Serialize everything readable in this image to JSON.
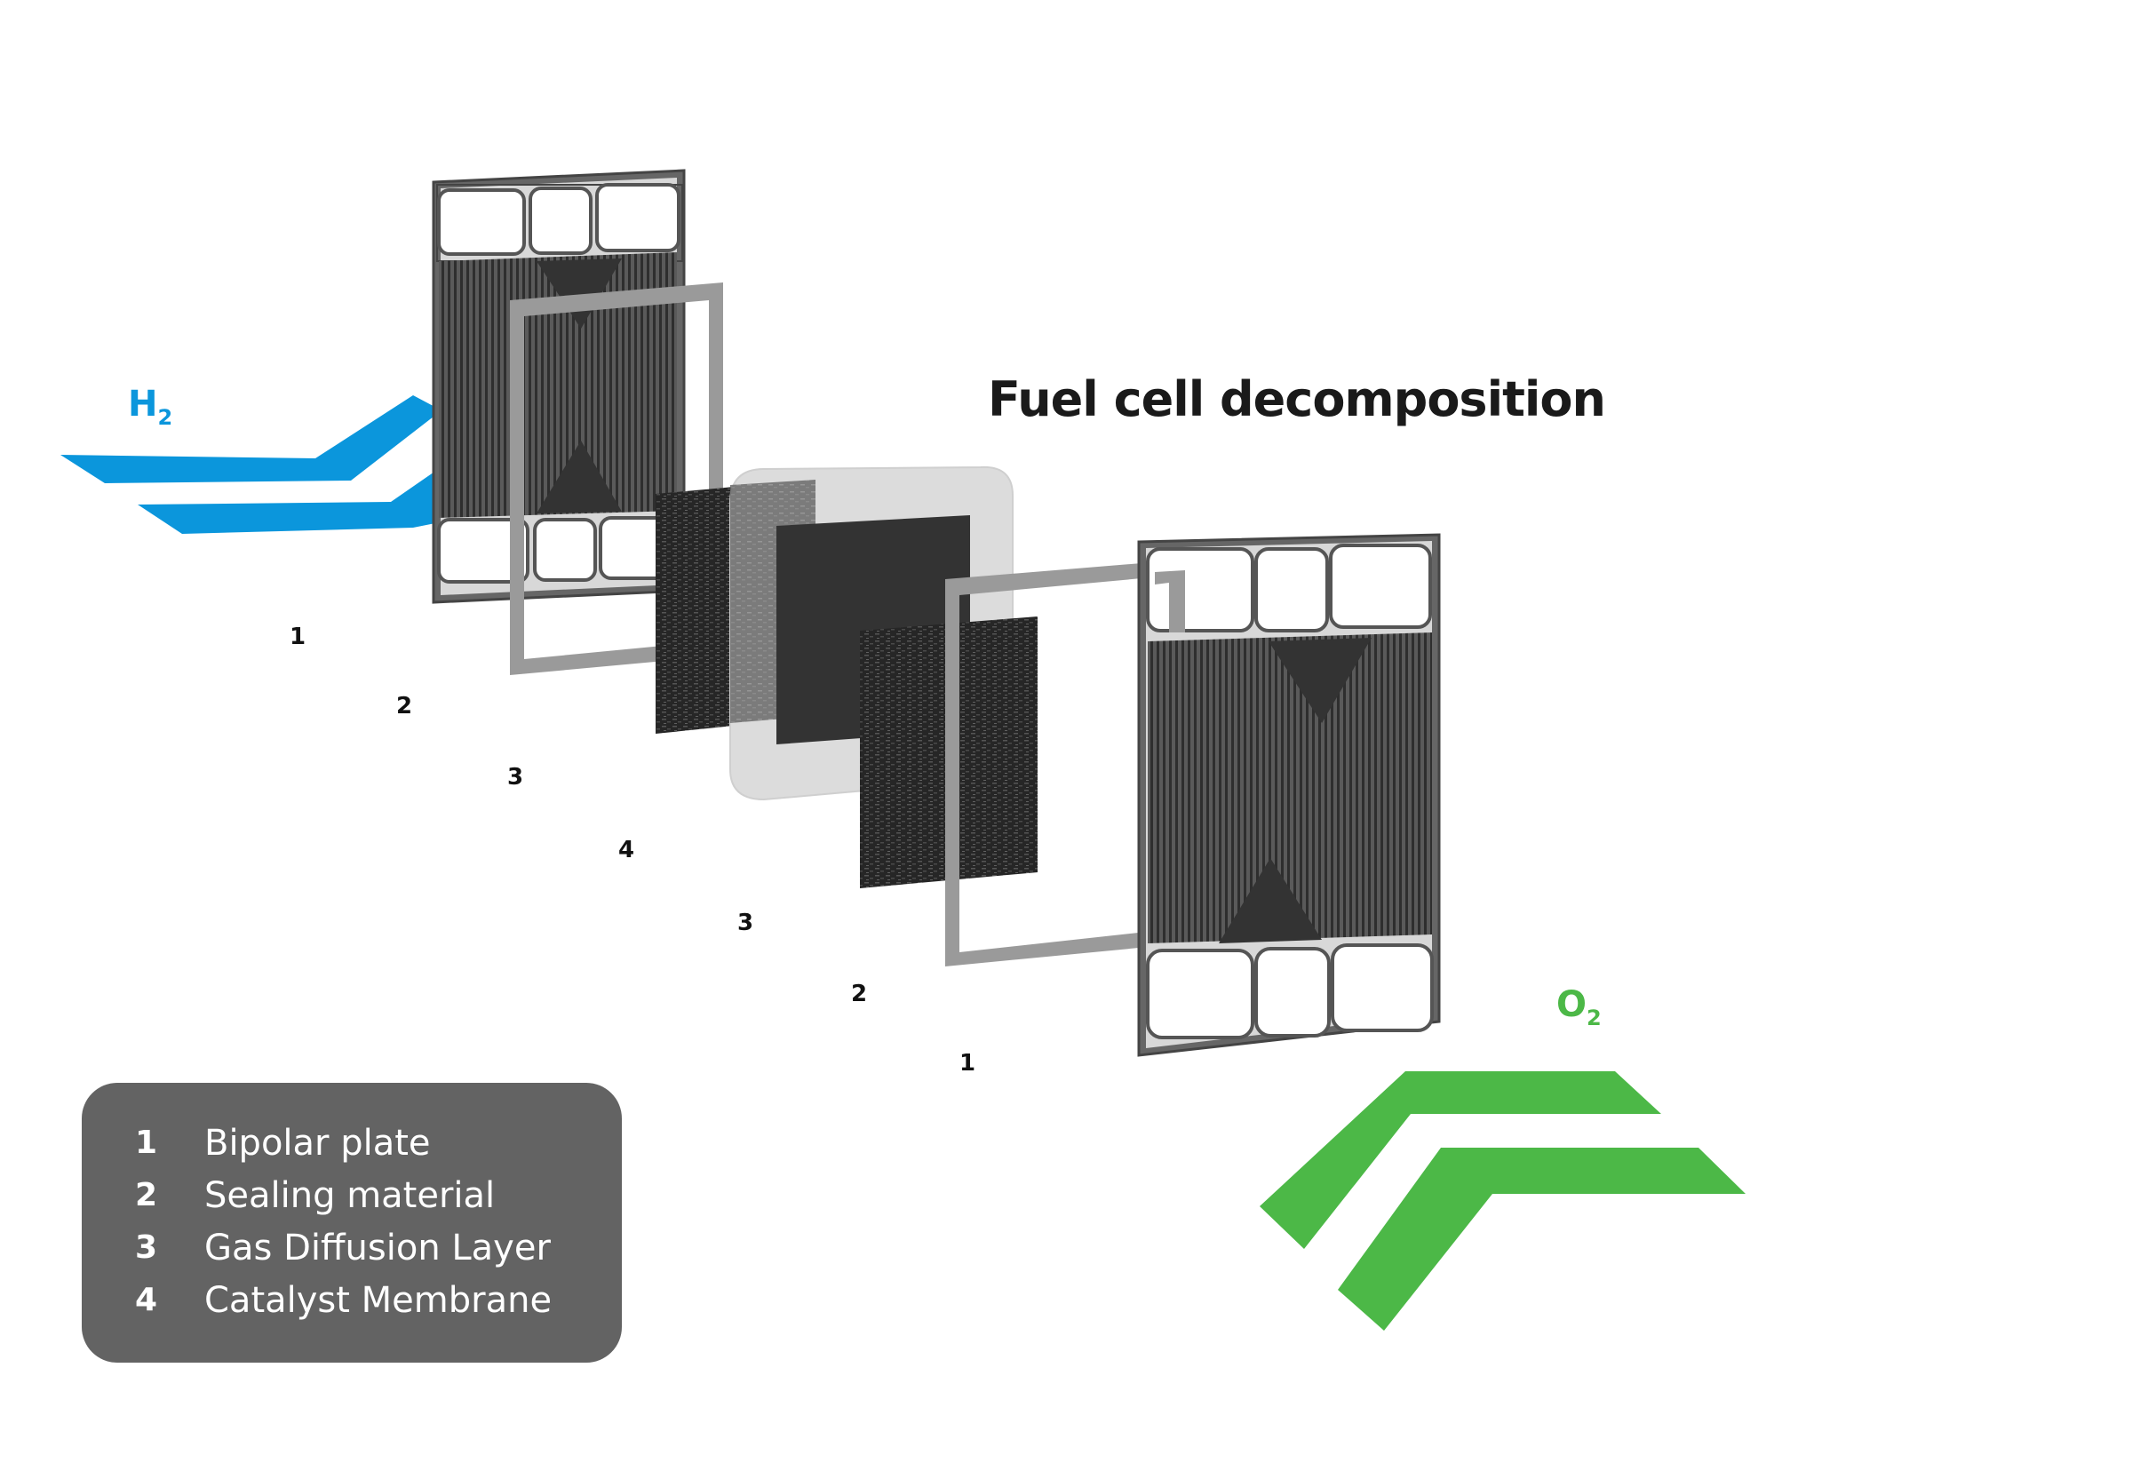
{
  "title": "Fuel cell decomposition",
  "gases": {
    "hydrogen": {
      "base": "H",
      "sub": "2",
      "color": "#0b96dc"
    },
    "oxygen": {
      "base": "O",
      "sub": "2",
      "color": "#4cb847"
    }
  },
  "layer_numbers": [
    "1",
    "2",
    "3",
    "4",
    "3",
    "2",
    "1"
  ],
  "legend": [
    {
      "number": "1",
      "label": "Bipolar plate"
    },
    {
      "number": "2",
      "label": "Sealing material"
    },
    {
      "number": "3",
      "label": "Gas Diffusion Layer"
    },
    {
      "number": "4",
      "label": "Catalyst Membrane"
    }
  ],
  "colors": {
    "plate_frame": "#555555",
    "plate_channels": "#4a4a4a",
    "seal": "#9a9a9a",
    "gdl": "#2b2b2b",
    "membrane_frame": "#dddddd",
    "catalyst": "#333333",
    "legend_bg": "#636363"
  }
}
